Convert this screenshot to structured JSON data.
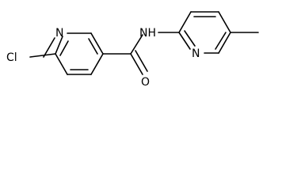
{
  "molecule": {
    "atoms": {
      "cl": "Cl",
      "n_ring1": "N",
      "o": "O",
      "nh": "NH",
      "n_ring2": "N"
    }
  }
}
